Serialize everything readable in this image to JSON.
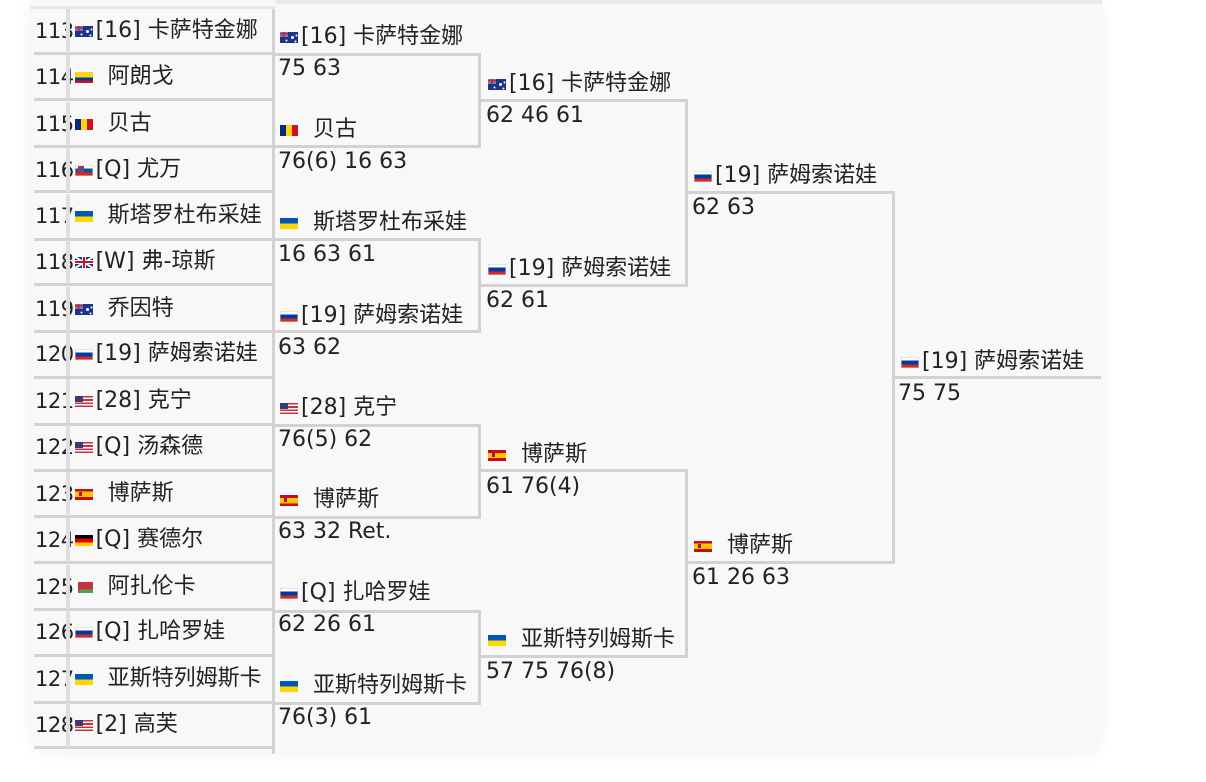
{
  "rounds": [
    {
      "matches": [
        {
          "players": [
            {
              "num": "113",
              "flag": "au",
              "name": "[16] 卡萨特金娜"
            },
            {
              "num": "114",
              "flag": "co",
              "name": "阿朗戈",
              "gap": true
            }
          ]
        },
        {
          "players": [
            {
              "num": "115",
              "flag": "ro",
              "name": "贝古",
              "gap": true
            },
            {
              "num": "116",
              "flag": "si",
              "name": "[Q] 尤万"
            }
          ]
        },
        {
          "players": [
            {
              "num": "117",
              "flag": "ua",
              "name": "斯塔罗杜布采娃",
              "gap": true
            },
            {
              "num": "118",
              "flag": "gb",
              "name": "[W] 弗-琼斯"
            }
          ]
        },
        {
          "players": [
            {
              "num": "119",
              "flag": "au",
              "name": "乔因特",
              "gap": true
            },
            {
              "num": "120",
              "flag": "ru",
              "name": "[19] 萨姆索诺娃"
            }
          ]
        },
        {
          "players": [
            {
              "num": "121",
              "flag": "us",
              "name": "[28] 克宁"
            },
            {
              "num": "122",
              "flag": "us",
              "name": "[Q] 汤森德"
            }
          ]
        },
        {
          "players": [
            {
              "num": "123",
              "flag": "es",
              "name": "博萨斯",
              "gap": true
            },
            {
              "num": "124",
              "flag": "de",
              "name": "[Q] 赛德尔"
            }
          ]
        },
        {
          "players": [
            {
              "num": "125",
              "flag": "by",
              "name": "阿扎伦卡",
              "gap": true
            },
            {
              "num": "126",
              "flag": "ru",
              "name": "[Q] 扎哈罗娃"
            }
          ]
        },
        {
          "players": [
            {
              "num": "127",
              "flag": "ua",
              "name": "亚斯特列姆斯卡",
              "gap": true
            },
            {
              "num": "128",
              "flag": "us",
              "name": "[2] 高芙"
            }
          ]
        }
      ]
    },
    {
      "winners": [
        {
          "flag": "au",
          "name": "[16] 卡萨特金娜",
          "score": "75 63"
        },
        {
          "flag": "ro",
          "name": "贝古",
          "score": "76(6) 16 63",
          "gap": true
        },
        {
          "flag": "ua",
          "name": "斯塔罗杜布采娃",
          "score": "16 63 61",
          "gap": true
        },
        {
          "flag": "ru",
          "name": "[19] 萨姆索诺娃",
          "score": "63 62"
        },
        {
          "flag": "us",
          "name": "[28] 克宁",
          "score": "76(5) 62"
        },
        {
          "flag": "es",
          "name": "博萨斯",
          "score": "63 32 Ret.",
          "gap": true
        },
        {
          "flag": "ru",
          "name": "[Q] 扎哈罗娃",
          "score": "62 26 61"
        },
        {
          "flag": "ua",
          "name": "亚斯特列姆斯卡",
          "score": "76(3) 61",
          "gap": true
        }
      ]
    },
    {
      "winners": [
        {
          "flag": "au",
          "name": "[16] 卡萨特金娜",
          "score": "62 46 61"
        },
        {
          "flag": "ru",
          "name": "[19] 萨姆索诺娃",
          "score": "62 61"
        },
        {
          "flag": "es",
          "name": "博萨斯",
          "score": "61 76(4)",
          "gap": true
        },
        {
          "flag": "ua",
          "name": "亚斯特列姆斯卡",
          "score": "57 75 76(8)",
          "gap": true
        }
      ]
    },
    {
      "winners": [
        {
          "flag": "ru",
          "name": "[19] 萨姆索诺娃",
          "score": "62 63"
        },
        {
          "flag": "es",
          "name": "博萨斯",
          "score": "61 26 63",
          "gap": true
        }
      ]
    },
    {
      "winners": [
        {
          "flag": "ru",
          "name": "[19] 萨姆索诺娃",
          "score": "75 75"
        }
      ]
    }
  ]
}
